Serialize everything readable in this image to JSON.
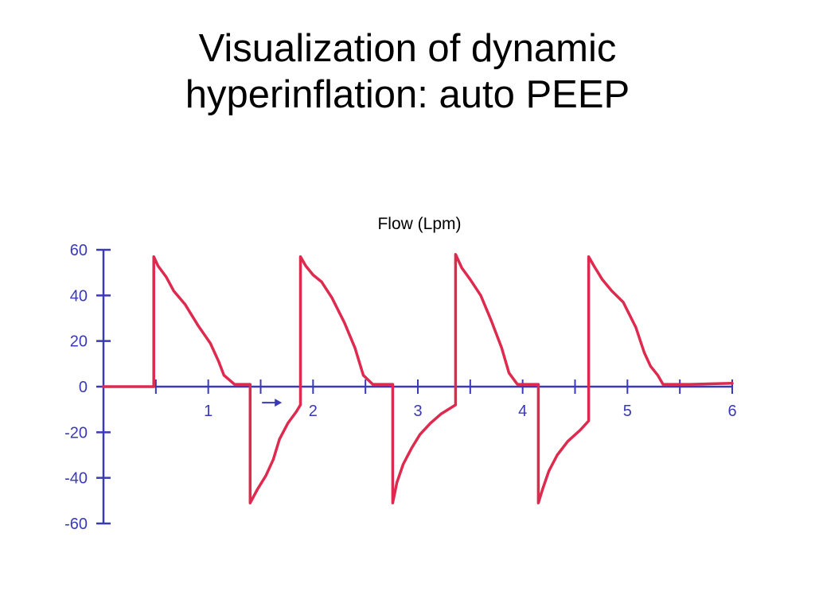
{
  "slide": {
    "title_line1": "Visualization of dynamic",
    "title_line2": "hyperinflation: auto PEEP"
  },
  "chart_data": {
    "type": "line",
    "title": "Flow (Lpm)",
    "xlabel": "",
    "ylabel": "",
    "xlim": [
      0,
      6
    ],
    "ylim": [
      -60,
      60
    ],
    "xticks": [
      1,
      2,
      3,
      4,
      5,
      6
    ],
    "xtick_labels": [
      "1",
      "2",
      "3",
      "4",
      "5",
      "6"
    ],
    "xminor_ticks": [
      0.5,
      1.5,
      2.5,
      3.5,
      4.5,
      5.5
    ],
    "yticks": [
      60,
      40,
      20,
      0,
      -20,
      -40,
      -60
    ],
    "ytick_labels": [
      "60",
      "40",
      "20",
      "0",
      "-20",
      "-40",
      "-60"
    ],
    "grid": false,
    "legend": "none",
    "colors": {
      "axis": "#3a3ab8",
      "line": "#dd2a4e"
    },
    "annotations": [
      {
        "type": "arrow",
        "x": 1.68,
        "y": -7,
        "direction": "right"
      }
    ],
    "series": [
      {
        "values": [
          [
            0.0,
            0
          ],
          [
            0.48,
            0
          ],
          [
            0.48,
            57
          ],
          [
            0.52,
            53
          ],
          [
            0.6,
            48
          ],
          [
            0.67,
            42
          ],
          [
            0.78,
            36
          ],
          [
            0.9,
            27
          ],
          [
            1.02,
            19
          ],
          [
            1.1,
            11
          ],
          [
            1.15,
            5
          ],
          [
            1.25,
            1
          ],
          [
            1.4,
            1
          ],
          [
            1.4,
            -51
          ],
          [
            1.47,
            -45
          ],
          [
            1.55,
            -39
          ],
          [
            1.62,
            -32
          ],
          [
            1.68,
            -23
          ],
          [
            1.76,
            -16
          ],
          [
            1.84,
            -11
          ],
          [
            1.88,
            -8
          ],
          [
            1.88,
            57
          ],
          [
            1.93,
            53
          ],
          [
            2.0,
            49
          ],
          [
            2.08,
            46
          ],
          [
            2.18,
            39
          ],
          [
            2.3,
            28
          ],
          [
            2.4,
            17
          ],
          [
            2.48,
            5
          ],
          [
            2.57,
            1
          ],
          [
            2.76,
            1
          ],
          [
            2.76,
            -51
          ],
          [
            2.8,
            -42
          ],
          [
            2.86,
            -34
          ],
          [
            2.94,
            -27
          ],
          [
            3.02,
            -21
          ],
          [
            3.12,
            -16
          ],
          [
            3.22,
            -12
          ],
          [
            3.36,
            -8
          ],
          [
            3.36,
            58
          ],
          [
            3.42,
            52
          ],
          [
            3.5,
            47
          ],
          [
            3.6,
            40
          ],
          [
            3.7,
            29
          ],
          [
            3.8,
            17
          ],
          [
            3.87,
            6
          ],
          [
            3.95,
            1
          ],
          [
            4.15,
            1
          ],
          [
            4.15,
            -51
          ],
          [
            4.19,
            -45
          ],
          [
            4.25,
            -37
          ],
          [
            4.33,
            -30
          ],
          [
            4.43,
            -24
          ],
          [
            4.55,
            -19
          ],
          [
            4.63,
            -15
          ],
          [
            4.63,
            57
          ],
          [
            4.68,
            53
          ],
          [
            4.76,
            47
          ],
          [
            4.85,
            42
          ],
          [
            4.96,
            37
          ],
          [
            5.08,
            26
          ],
          [
            5.16,
            15
          ],
          [
            5.22,
            9
          ],
          [
            5.29,
            5
          ],
          [
            5.34,
            1
          ],
          [
            5.6,
            1
          ],
          [
            6.0,
            1.5
          ]
        ]
      }
    ]
  }
}
